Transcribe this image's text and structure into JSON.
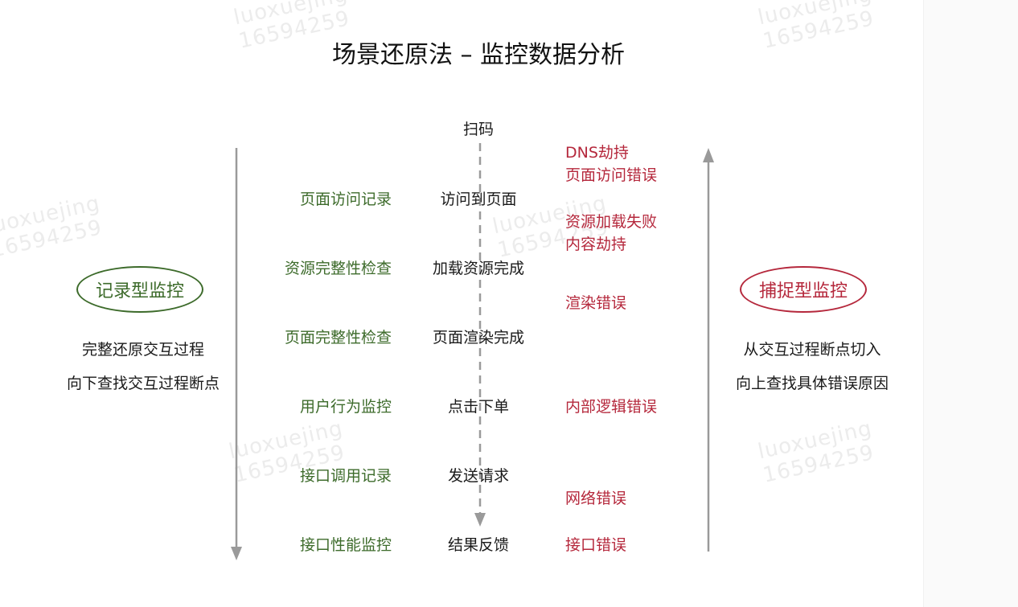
{
  "title": "场景还原法 – 监控数据分析",
  "watermark": {
    "line1": "luoxuejing",
    "line2": "16594259"
  },
  "left_panel": {
    "label": "记录型监控",
    "desc_lines": [
      "完整还原交互过程",
      "向下查找交互过程断点"
    ]
  },
  "right_panel": {
    "label": "捕捉型监控",
    "desc_lines": [
      "从交互过程断点切入",
      "向上查找具体错误原因"
    ]
  },
  "flow": {
    "start": "扫码",
    "steps": [
      "访问到页面",
      "加载资源完成",
      "页面渲染完成",
      "点击下单",
      "发送请求",
      "结果反馈"
    ]
  },
  "record_monitors": [
    "页面访问记录",
    "资源完整性检查",
    "页面完整性检查",
    "用户行为监控",
    "接口调用记录",
    "接口性能监控"
  ],
  "errors": [
    "DNS劫持",
    "页面访问错误",
    "资源加载失败",
    "内容劫持",
    "渲染错误",
    "内部逻辑错误",
    "网络错误",
    "接口错误"
  ],
  "colors": {
    "record": "#3d6b2b",
    "capture": "#b5283c",
    "arrow": "#9a9a9a"
  }
}
